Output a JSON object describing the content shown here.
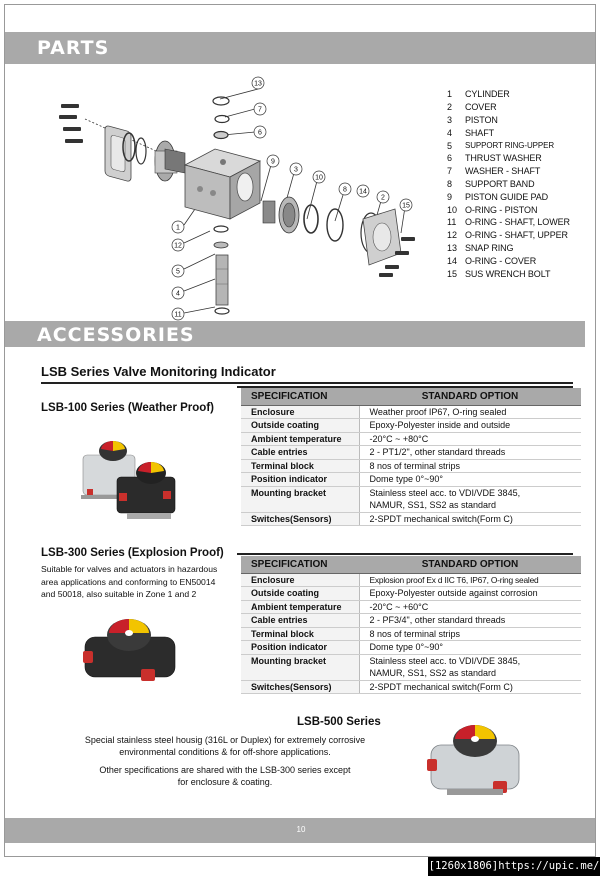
{
  "parts": {
    "heading": "PARTS",
    "list": [
      {
        "num": "1",
        "name": "CYLINDER"
      },
      {
        "num": "2",
        "name": "COVER"
      },
      {
        "num": "3",
        "name": "PISTON"
      },
      {
        "num": "4",
        "name": "SHAFT"
      },
      {
        "num": "5",
        "name": "SUPPORT RING-UPPER"
      },
      {
        "num": "6",
        "name": "THRUST WASHER"
      },
      {
        "num": "7",
        "name": "WASHER - SHAFT"
      },
      {
        "num": "8",
        "name": "SUPPORT BAND"
      },
      {
        "num": "9",
        "name": "PISTON GUIDE PAD"
      },
      {
        "num": "10",
        "name": "O-RING - PISTON"
      },
      {
        "num": "11",
        "name": "O-RING - SHAFT, LOWER"
      },
      {
        "num": "12",
        "name": "O-RING - SHAFT, UPPER"
      },
      {
        "num": "13",
        "name": "SNAP RING"
      },
      {
        "num": "14",
        "name": "O-RING - COVER"
      },
      {
        "num": "15",
        "name": "SUS WRENCH BOLT"
      }
    ],
    "callouts": [
      "1",
      "2",
      "3",
      "4",
      "5",
      "6",
      "7",
      "8",
      "9",
      "10",
      "11",
      "12",
      "13",
      "14",
      "15"
    ]
  },
  "accessories": {
    "heading": "ACCESSORIES",
    "title": "LSB  Series Valve Monitoring Indicator",
    "lsb100": {
      "title": "LSB-100 Series (Weather Proof)",
      "header_spec": "SPECIFICATION",
      "header_option": "STANDARD OPTION",
      "rows": [
        {
          "k": "Enclosure",
          "v": "Weather proof IP67, O-ring sealed"
        },
        {
          "k": "Outside coating",
          "v": "Epoxy-Polyester inside and outside"
        },
        {
          "k": "Ambient temperature",
          "v": "-20°C ~ +80°C"
        },
        {
          "k": "Cable entries",
          "v": "2 - PT1/2\", other standard threads"
        },
        {
          "k": "Terminal block",
          "v": "8 nos of terminal strips"
        },
        {
          "k": "Position indicator",
          "v": "Dome type 0°~90°"
        },
        {
          "k": "Mounting bracket",
          "v": "Stainless steel acc. to VDI/VDE 3845,",
          "v2": "NAMUR, SS1, SS2 as standard"
        },
        {
          "k": "Switches(Sensors)",
          "v": "2-SPDT mechanical switch(Form C)"
        }
      ]
    },
    "lsb300": {
      "title": "LSB-300 Series (Explosion Proof)",
      "desc": [
        "Suitable for valves and actuators in hazardous",
        "area applications and conforming to EN50014",
        "and 50018,  also suitable in Zone 1 and 2"
      ],
      "header_spec": "SPECIFICATION",
      "header_option": "STANDARD OPTION",
      "rows": [
        {
          "k": "Enclosure",
          "v": "Explosion proof Ex d IIC T6, IP67, O-ring sealed"
        },
        {
          "k": "Outside coating",
          "v": "Epoxy-Polyester outside against corrosion"
        },
        {
          "k": "Ambient temperature",
          "v": "-20°C ~ +60°C"
        },
        {
          "k": "Cable entries",
          "v": "2 - PF3/4\", other standard threads"
        },
        {
          "k": "Terminal block",
          "v": "8 nos of terminal strips"
        },
        {
          "k": "Position indicator",
          "v": "Dome type 0°~90°"
        },
        {
          "k": "Mounting bracket",
          "v": "Stainless steel acc. to VDI/VDE 3845,",
          "v2": "NAMUR, SS1, SS2 as standard"
        },
        {
          "k": "Switches(Sensors)",
          "v": "2-SPDT mechanical switch(Form C)"
        }
      ]
    },
    "lsb500": {
      "title": "LSB-500 Series",
      "p1": [
        "Special stainless steel housig (316L or Duplex) for extremely corrosive",
        "environmental conditions & for off-shore applications."
      ],
      "p2": [
        "Other specifications are shared with the LSB-300 series except",
        "for enclosure & coating."
      ]
    }
  },
  "footer": {
    "page": "10"
  },
  "watermark": "[1260x1806]https://upic.me/",
  "colors": {
    "band": "#a9a9a9",
    "dome_red": "#c8202a",
    "dome_yellow": "#f2c400"
  }
}
